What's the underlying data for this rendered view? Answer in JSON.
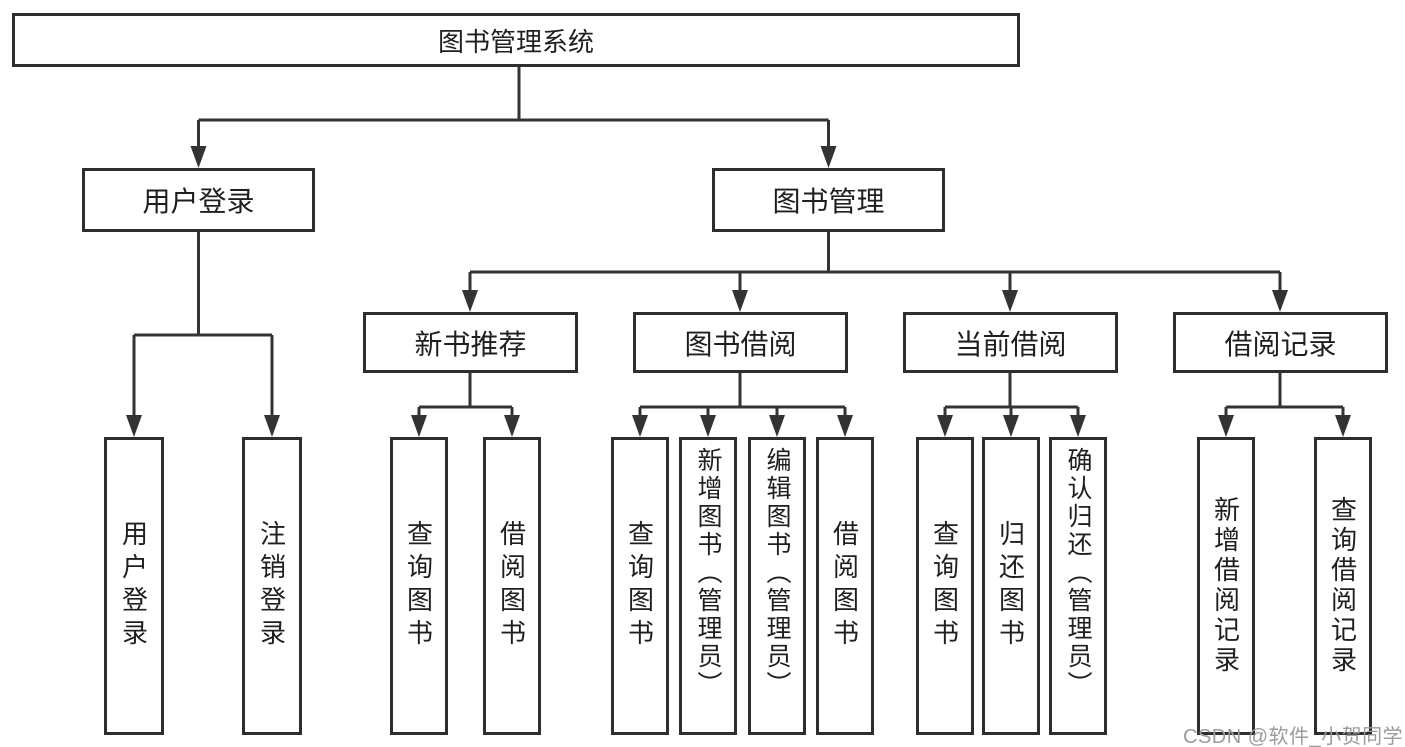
{
  "diagram": {
    "tree": {
      "label": "图书管理系统",
      "children": [
        {
          "label": "用户登录",
          "children": [
            {
              "label": "用户登录"
            },
            {
              "label": "注销登录"
            }
          ]
        },
        {
          "label": "图书管理",
          "children": [
            {
              "label": "新书推荐",
              "children": [
                {
                  "label": "查询图书"
                },
                {
                  "label": "借阅图书"
                }
              ]
            },
            {
              "label": "图书借阅",
              "children": [
                {
                  "label": "查询图书"
                },
                {
                  "label": "新增图书（管理员）"
                },
                {
                  "label": "编辑图书（管理员）"
                },
                {
                  "label": "借阅图书"
                }
              ]
            },
            {
              "label": "当前借阅",
              "children": [
                {
                  "label": "查询图书"
                },
                {
                  "label": "归还图书"
                },
                {
                  "label": "确认归还（管理员）"
                }
              ]
            },
            {
              "label": "借阅记录",
              "children": [
                {
                  "label": "新增借阅记录"
                },
                {
                  "label": "查询借阅记录"
                }
              ]
            }
          ]
        }
      ]
    },
    "colors": {
      "line": "#333333",
      "box_border": "#2e2e2e",
      "text": "#1f1f1f",
      "background": "#ffffff",
      "watermark": "#9c9c9c"
    }
  },
  "watermark": {
    "text": "CSDN @软件_小贺同学"
  }
}
